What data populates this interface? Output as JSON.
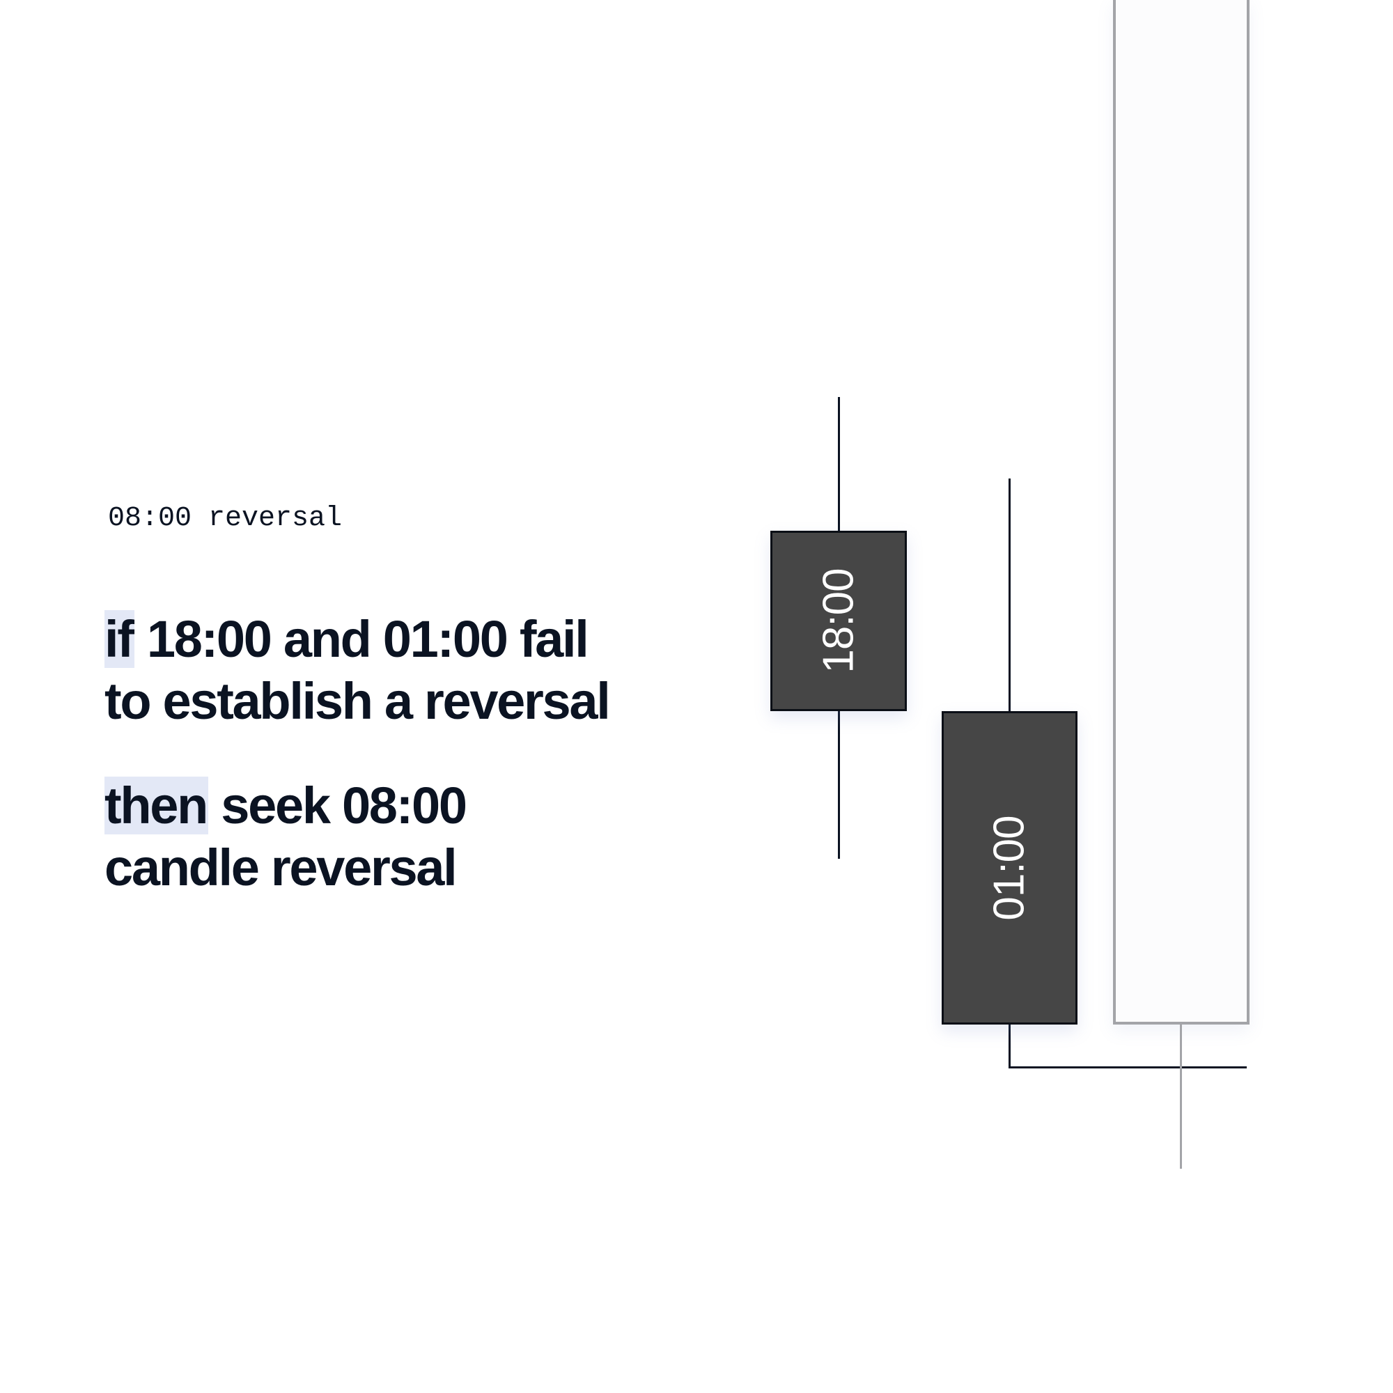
{
  "label": {
    "text": "08:00 reversal"
  },
  "rule": {
    "condition": {
      "keyword": "if",
      "line1_rest": " 18:00 and 01:00 fail",
      "line2": "to establish a reversal"
    },
    "action": {
      "keyword": "then",
      "line1_rest": " seek 08:00",
      "line2": "candle reversal"
    }
  },
  "colors": {
    "text": "#0b1322",
    "highlight": "#e3e8f6",
    "candle_fill": "#464646",
    "candle_border": "#0b0f16",
    "ghost_border": "#a3a4a8",
    "ghost_fill": "#fcfcfd",
    "candle_label": "#ffffff"
  },
  "candles": [
    {
      "label": "18:00",
      "style": "filled"
    },
    {
      "label": "01:00",
      "style": "filled"
    },
    {
      "label": "",
      "style": "outline"
    }
  ]
}
